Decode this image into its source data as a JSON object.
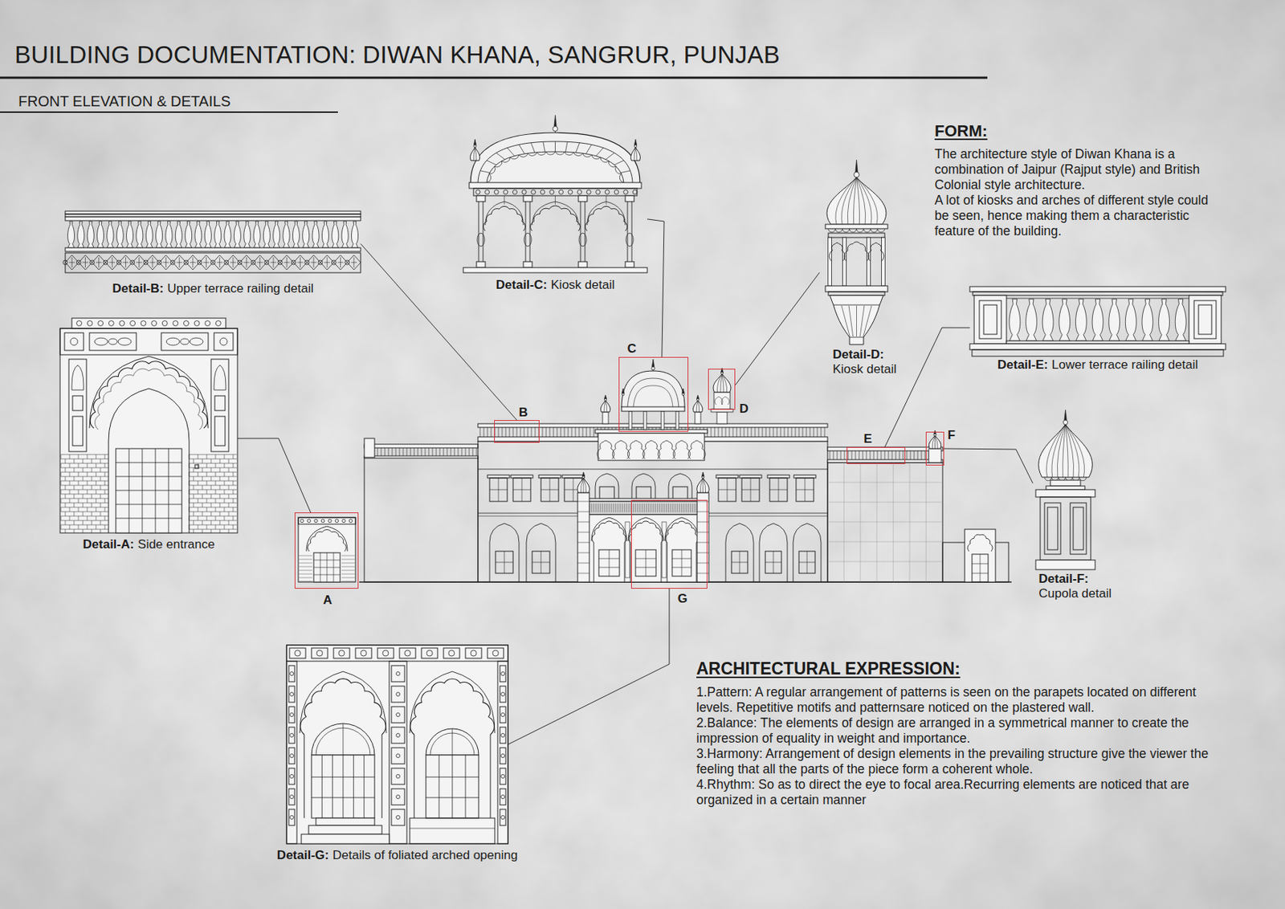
{
  "diagram": {
    "title": "BUILDING DOCUMENTATION: DIWAN KHANA, SANGRUR, PUNJAB",
    "nodes": [
      {
        "text": [
          "Detail-B:",
          "Upper terrace railing detail"
        ]
      },
      {
        "text": [
          "Detail-C:",
          "Kiosk detail"
        ]
      },
      {
        "text": [
          "Detail-D:",
          "Kiosk detail"
        ]
      },
      {
        "text": [
          "Detail-E:",
          "Lower terrace railing detail"
        ]
      },
      {
        "text": [
          "Detail-A:",
          "Side entrance"
        ]
      },
      {
        "text": [
          "Detail-F:",
          "Cupola detail"
        ]
      },
      {
        "text": [
          "Detail-G:",
          "Details of foliated arched opening"
        ]
      },
      {
        "text": [
          "A"
        ]
      },
      {
        "text": [
          "B"
        ]
      },
      {
        "text": [
          "C"
        ]
      },
      {
        "text": [
          "D"
        ]
      },
      {
        "text": [
          "E"
        ]
      },
      {
        "text": [
          "F"
        ]
      },
      {
        "text": [
          "G"
        ]
      }
    ],
    "edges": [
      {
        "from": 4,
        "to": 7,
        "arrow": "none"
      },
      {
        "from": 0,
        "to": 8,
        "arrow": "none"
      },
      {
        "from": 1,
        "to": 9,
        "arrow": "none"
      },
      {
        "from": 2,
        "to": 10,
        "arrow": "none"
      },
      {
        "from": 3,
        "to": 11,
        "arrow": "none"
      },
      {
        "from": 5,
        "to": 12,
        "arrow": "none"
      },
      {
        "from": 6,
        "to": 13,
        "arrow": "none"
      }
    ],
    "labels": [
      "FRONT ELEVATION & DETAILS",
      "FORM:",
      "The architecture style of Diwan Khana is a combination of Jaipur (Rajput style) and British Colonial style architecture.",
      "A lot of kiosks and arches of different style could be seen, hence making them a characteristic feature of the building.",
      "ARCHITECTURAL EXPRESSION:",
      "1.Pattern: A regular arrangement of patterns is seen on the parapets located on different levels. Repetitive motifs and patternsare noticed on the plastered wall.",
      "2.Balance: The elements of design are arranged in a symmetrical manner to create the impression of equality in weight and importance.",
      "3.Harmony: Arrangement of design elements in the prevailing structure give the viewer the feeling that all the parts of the piece form a coherent whole.",
      "4.Rhythm: So as to direct the eye to focal area.Recurring elements are noticed that are organized in a certain manner"
    ]
  }
}
